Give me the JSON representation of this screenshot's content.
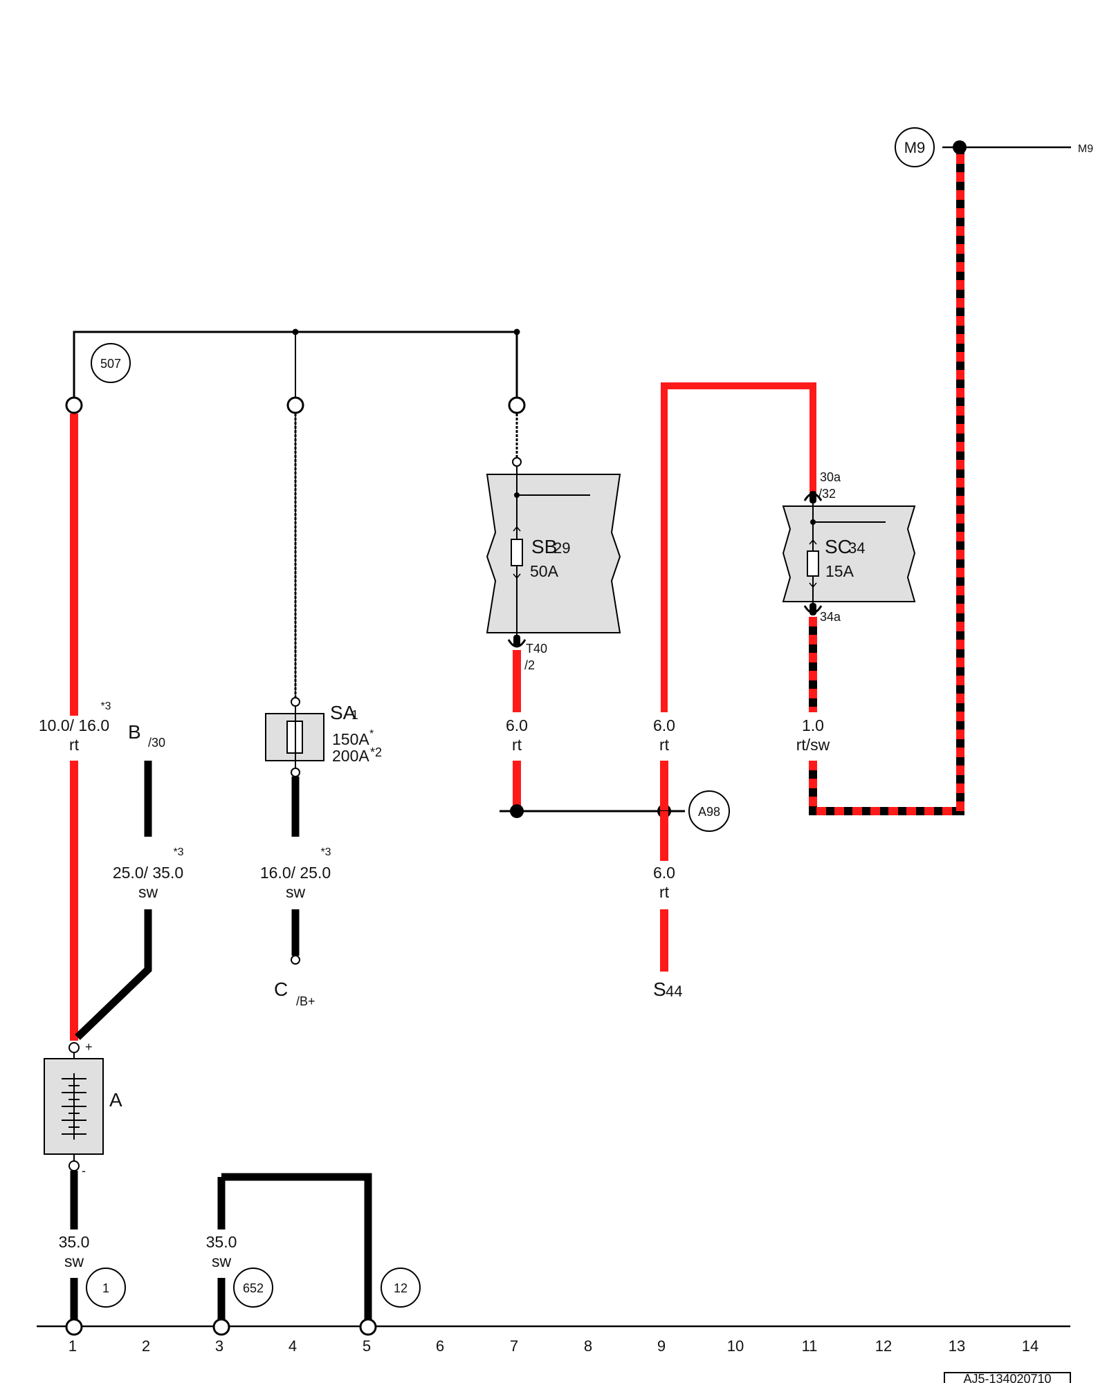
{
  "refs": {
    "m9": "M9",
    "m9_right": "M9",
    "r507": "507",
    "a98": "A98",
    "r1": "1",
    "r652": "652",
    "r12": "12"
  },
  "components": {
    "sb29": {
      "name": "SB",
      "sub": "29",
      "rating": "50A"
    },
    "sc34": {
      "name": "SC",
      "sub": "34",
      "rating": "15A"
    },
    "sa1": {
      "name": "SA",
      "sub": "1",
      "rating1": "150A",
      "rating1_note": "*",
      "rating2": "200A",
      "rating2_note": "*2"
    },
    "battery": {
      "name": "A",
      "plus": "+",
      "minus": "-"
    },
    "b": {
      "name": "B",
      "sub": "/30"
    },
    "c": {
      "name": "C",
      "sub": "/B+"
    },
    "s44": {
      "name": "S",
      "sub": "44"
    }
  },
  "pins": {
    "t40_a": "T40",
    "t40_b": "/2",
    "p30a": "30a",
    "p32": "/32",
    "p34a": "34a"
  },
  "wires": {
    "w1": {
      "size": "10.0/ 16.0",
      "color": "rt",
      "note": "*3"
    },
    "w2": {
      "size": "25.0/ 35.0",
      "color": "sw",
      "note": "*3"
    },
    "w3": {
      "size": "16.0/ 25.0",
      "color": "sw",
      "note": "*3"
    },
    "w4": {
      "size": "6.0",
      "color": "rt"
    },
    "w5": {
      "size": "6.0",
      "color": "rt"
    },
    "w6": {
      "size": "1.0",
      "color": "rt/sw"
    },
    "w7": {
      "size": "6.0",
      "color": "rt"
    },
    "w8": {
      "size": "35.0",
      "color": "sw"
    },
    "w9": {
      "size": "35.0",
      "color": "sw"
    }
  },
  "columns": [
    "1",
    "2",
    "3",
    "4",
    "5",
    "6",
    "7",
    "8",
    "9",
    "10",
    "11",
    "12",
    "13",
    "14"
  ],
  "doc_code": "AJ5-134020710",
  "colors": {
    "red": "#ff1a1a",
    "black": "#000000",
    "fill": "#e0e0e0"
  }
}
